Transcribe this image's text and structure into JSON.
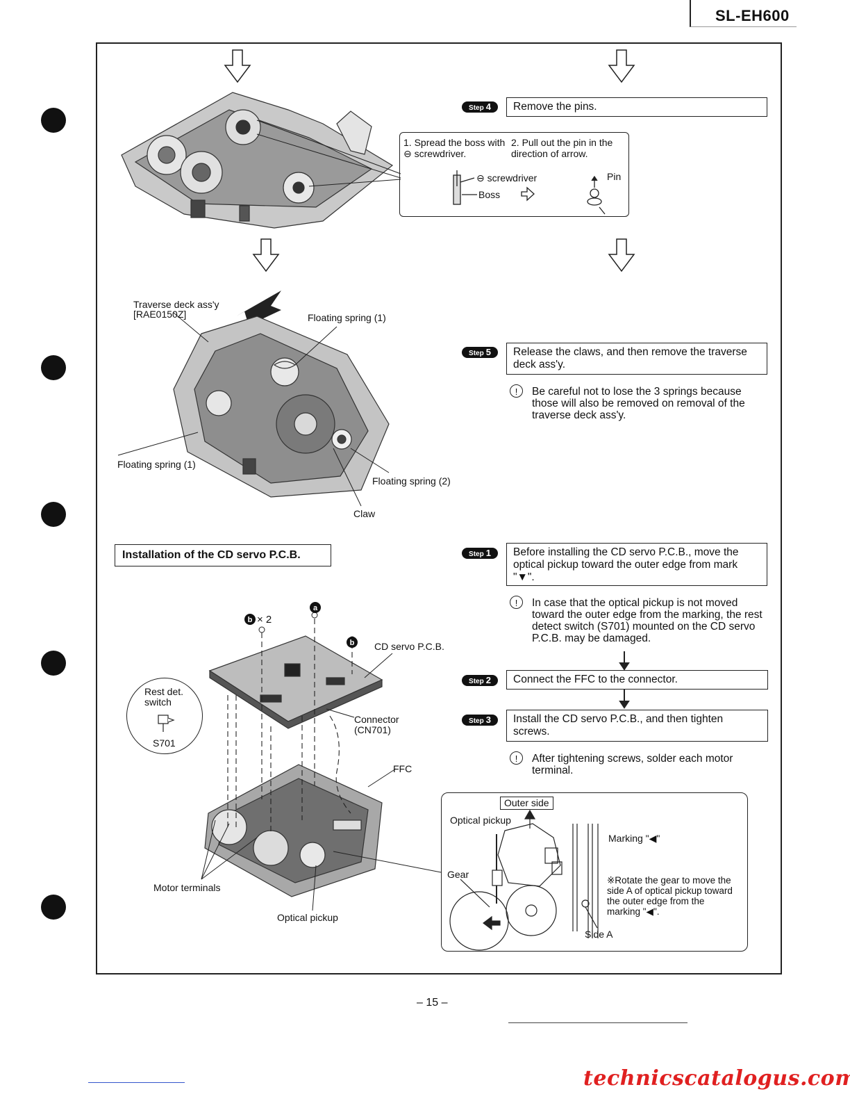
{
  "header": {
    "model": "SL-EH600"
  },
  "steps": {
    "step4": {
      "badge": "Step",
      "num": "4",
      "text": "Remove the pins."
    },
    "step5": {
      "badge": "Step",
      "num": "5",
      "text": "Release the claws, and then remove the traverse deck ass'y.",
      "note": "Be careful not to lose the 3 springs because those will also be removed on removal of the traverse deck ass'y."
    },
    "step1": {
      "badge": "Step",
      "num": "1",
      "text": "Before installing the CD servo P.C.B., move the optical pickup toward the outer edge from mark \"▼\".",
      "note": "In case that the optical pickup is not moved toward the outer edge from the marking, the rest detect switch (S701) mounted on the CD servo P.C.B. may be damaged."
    },
    "step2": {
      "badge": "Step",
      "num": "2",
      "text": "Connect the FFC to the connector."
    },
    "step3": {
      "badge": "Step",
      "num": "3",
      "text": "Install the CD servo P.C.B., and then tighten screws.",
      "note": "After tightening screws, solder each motor terminal."
    }
  },
  "note_symbol": "!",
  "pin_callout": {
    "item1": "1. Spread the boss with ⊖ screwdriver.",
    "item2": "2. Pull out the pin in the direction of arrow.",
    "screwdriver": "⊖ screwdriver",
    "boss": "Boss",
    "pin": "Pin"
  },
  "traverse_labels": {
    "deck": "Traverse deck ass'y",
    "part_no": "[RAE0150Z]",
    "spring_top": "Floating spring (1)",
    "spring_left": "Floating spring (1)",
    "spring_2": "Floating spring (2)",
    "claw": "Claw"
  },
  "install": {
    "title": "Installation of the CD servo P.C.B.",
    "screw_b": "b",
    "screw_times": "× 2",
    "screw_a": "a",
    "pcb": "CD servo P.C.B.",
    "connector": "Connector",
    "connector_id": "(CN701)",
    "ffc": "FFC",
    "rest_switch": "Rest det. switch",
    "s701": "S701",
    "motor_terminals": "Motor terminals",
    "optical_pickup": "Optical pickup"
  },
  "detail": {
    "outer_side": "Outer side",
    "optical_pickup": "Optical pickup",
    "marking": "Marking \"◀\"",
    "gear": "Gear",
    "rotate_note": "※Rotate the gear to move the side A of optical pickup toward the outer edge from the marking \"◀\".",
    "side_a": "Side A"
  },
  "footer": {
    "page": "– 15 –",
    "brand": "technicscatalogus.com"
  }
}
